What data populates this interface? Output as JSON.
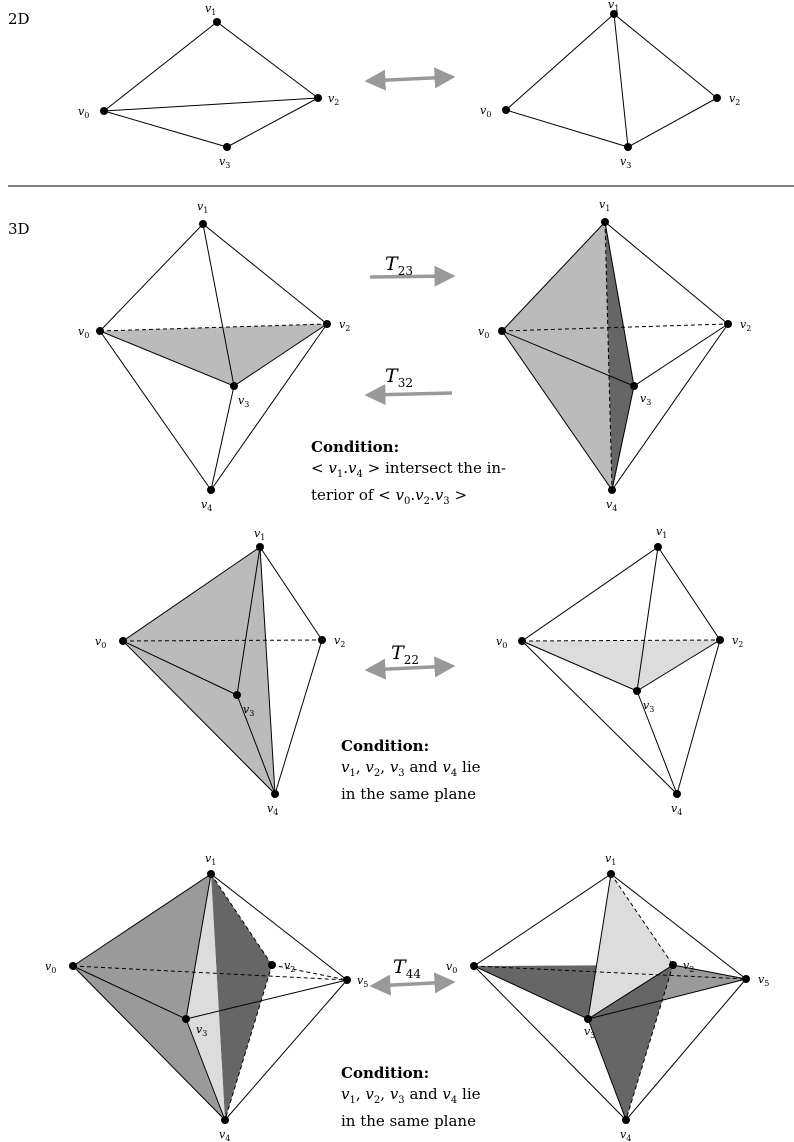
{
  "sections": {
    "two_d": "2D",
    "three_d": "3D"
  },
  "vertex_names": [
    "v0",
    "v1",
    "v2",
    "v3",
    "v4",
    "v5"
  ],
  "transforms": {
    "t23": {
      "base": "T",
      "sub": "23"
    },
    "t32": {
      "base": "T",
      "sub": "32"
    },
    "t22": {
      "base": "T",
      "sub": "22"
    },
    "t44": {
      "base": "T",
      "sub": "44"
    }
  },
  "conditions": {
    "c1": {
      "title": "Condition:",
      "line1_pre": "< ",
      "line1_a": "v",
      "line1_a_sub": "1",
      "line1_dot": ".",
      "line1_b": "v",
      "line1_b_sub": "4",
      "line1_post": " > intersect the in-",
      "line2_pre": "terior of < ",
      "line2_a": "v",
      "line2_a_sub": "0",
      "line2_b": "v",
      "line2_b_sub": "2",
      "line2_c": "v",
      "line2_c_sub": "3",
      "line2_post": " >"
    },
    "c2": {
      "title": "Condition:",
      "line1_vars": "v",
      "s1": "1",
      "s2": "2",
      "s3": "3",
      "s4": "4",
      "line1_tail": " lie",
      "line1_and": " and ",
      "line2": "in the same plane"
    },
    "c3": {
      "title": "Condition:",
      "line1_vars": "v",
      "s1": "1",
      "s2": "2",
      "s3": "3",
      "s4": "4",
      "line1_tail": " lie",
      "line1_and": " and ",
      "line2": "in the same plane"
    }
  },
  "colors": {
    "arrow": "#999999",
    "light": "#dcdcdc",
    "mid": "#bbbbbb",
    "midDark": "#9a9a9a",
    "dark": "#666666"
  }
}
